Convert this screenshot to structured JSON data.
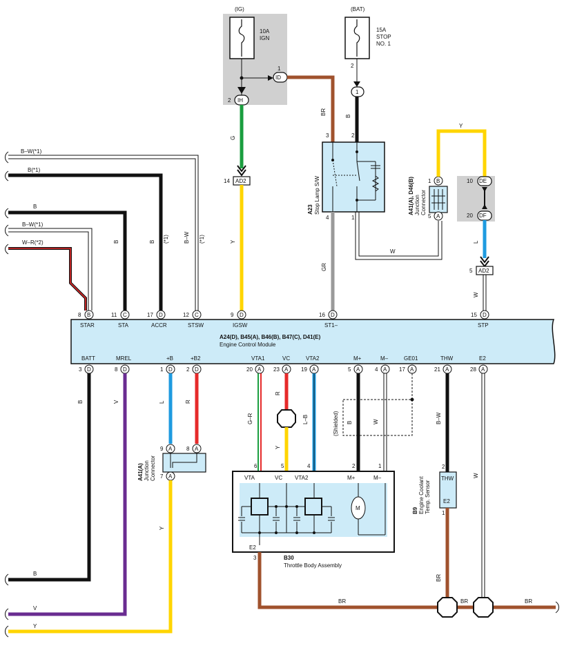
{
  "ig": {
    "label": "(IG)",
    "fuse": "10A",
    "fuse_name": "IGN"
  },
  "bat": {
    "label": "(BAT)",
    "fuse": "15A",
    "fuse_name1": "STOP",
    "fuse_name2": "NO. 1",
    "pin": "2"
  },
  "connectors": {
    "id": "ID",
    "id_pin": "1",
    "ih": "IH",
    "ih_pin": "2",
    "ad2_top": "AD2",
    "ad2_top_pin": "14",
    "one": "1",
    "de": "DE",
    "de_pin": "10",
    "df": "DF",
    "df_pin": "20",
    "ad2_right": "AD2",
    "ad2_right_pin": "5"
  },
  "stop_sw": {
    "id": "A23",
    "name": "Stop Lamp S/W",
    "pin3": "3",
    "pin2": "2",
    "pin4": "4",
    "pin1": "1"
  },
  "jc_right": {
    "id": "A41(A), D46(B)",
    "name1": "Junction",
    "name2": "Connector",
    "pin1": "1",
    "conn1": "B",
    "pin5": "5",
    "conn5": "A"
  },
  "left_wires": [
    {
      "label": "B–W(*1)"
    },
    {
      "label": "B(*1)"
    },
    {
      "label": "B"
    },
    {
      "label": "B–W(*1)"
    },
    {
      "label": "W–R(*2)"
    }
  ],
  "wire_codes": {
    "sta": "B",
    "accr": "B",
    "accr_note": "(*1)",
    "stsw": "B–W",
    "stsw_note": "(*1)",
    "g": "G",
    "y_top": "Y",
    "br_top": "BR",
    "b_top": "B",
    "gr": "GR",
    "w_sw": "W",
    "y_right": "Y",
    "l_right": "L",
    "w_right": "W",
    "batt": "B",
    "mrel": "V",
    "pb": "L",
    "pb2": "R",
    "vta1": "G–R",
    "vc": "R",
    "vc2": "Y",
    "vta2": "L–B",
    "shielded": "(Shielded)",
    "mp": "B",
    "mm": "W",
    "thw": "B–W",
    "e2": "W",
    "y_jc": "Y",
    "br_thw": "BR",
    "br_bot1": "BR",
    "br_bot2": "BR",
    "br_bot3": "BR",
    "bot_b": "B",
    "bot_v": "V",
    "bot_y": "Y"
  },
  "ecm": {
    "title": "A24(D), B45(A), B46(B), B47(C), D41(E)",
    "name": "Engine Control Module",
    "top_pins": [
      {
        "pin": "8",
        "conn": "B",
        "name": "STAR"
      },
      {
        "pin": "11",
        "conn": "C",
        "name": "STA"
      },
      {
        "pin": "17",
        "conn": "D",
        "name": "ACCR"
      },
      {
        "pin": "12",
        "conn": "C",
        "name": "STSW"
      },
      {
        "pin": "9",
        "conn": "D",
        "name": "IGSW"
      },
      {
        "pin": "16",
        "conn": "D",
        "name": "ST1–"
      },
      {
        "pin": "15",
        "conn": "D",
        "name": "STP"
      }
    ],
    "bottom_pins": [
      {
        "pin": "3",
        "conn": "D",
        "name": "BATT"
      },
      {
        "pin": "8",
        "conn": "D",
        "name": "MREL"
      },
      {
        "pin": "1",
        "conn": "D",
        "name": "+B"
      },
      {
        "pin": "2",
        "conn": "D",
        "name": "+B2"
      },
      {
        "pin": "20",
        "conn": "A",
        "name": "VTA1"
      },
      {
        "pin": "23",
        "conn": "A",
        "name": "VC"
      },
      {
        "pin": "19",
        "conn": "A",
        "name": "VTA2"
      },
      {
        "pin": "5",
        "conn": "A",
        "name": "M+"
      },
      {
        "pin": "4",
        "conn": "A",
        "name": "M–"
      },
      {
        "pin": "17",
        "conn": "A",
        "name": "GE01"
      },
      {
        "pin": "21",
        "conn": "A",
        "name": "THW"
      },
      {
        "pin": "28",
        "conn": "A",
        "name": "E2"
      }
    ]
  },
  "jc_left": {
    "id": "A41(A)",
    "name1": "Junction",
    "name2": "Connector",
    "pin9": "9",
    "conn9": "A",
    "pin8": "8",
    "conn8": "A",
    "pin7": "7",
    "conn7": "A"
  },
  "throttle": {
    "id": "B30",
    "name": "Throttle Body Assembly",
    "pins": [
      {
        "pin": "6",
        "name": "VTA"
      },
      {
        "pin": "5",
        "name": "VC"
      },
      {
        "pin": "4",
        "name": "VTA2"
      },
      {
        "pin": "2",
        "name": "M+"
      },
      {
        "pin": "1",
        "name": "M–"
      }
    ],
    "e2": "E2",
    "e2_pin": "3",
    "motor": "M"
  },
  "thw_sensor": {
    "id": "B9",
    "name1": "Engine Coolant",
    "name2": "Temp. Sensor",
    "top": "THW",
    "bottom": "E2",
    "pin2": "2",
    "pin1": "1"
  },
  "colors": {
    "black": "#111111",
    "brown": "#A0522D",
    "green": "#1A9E3F",
    "yellow": "#FFD500",
    "gray": "#9A9A9A",
    "blue": "#1E9BE0",
    "red": "#E62A2A",
    "purple": "#6A2C91",
    "ecm_fill": "#CDEBF8",
    "shade": "#D0D0D0"
  }
}
